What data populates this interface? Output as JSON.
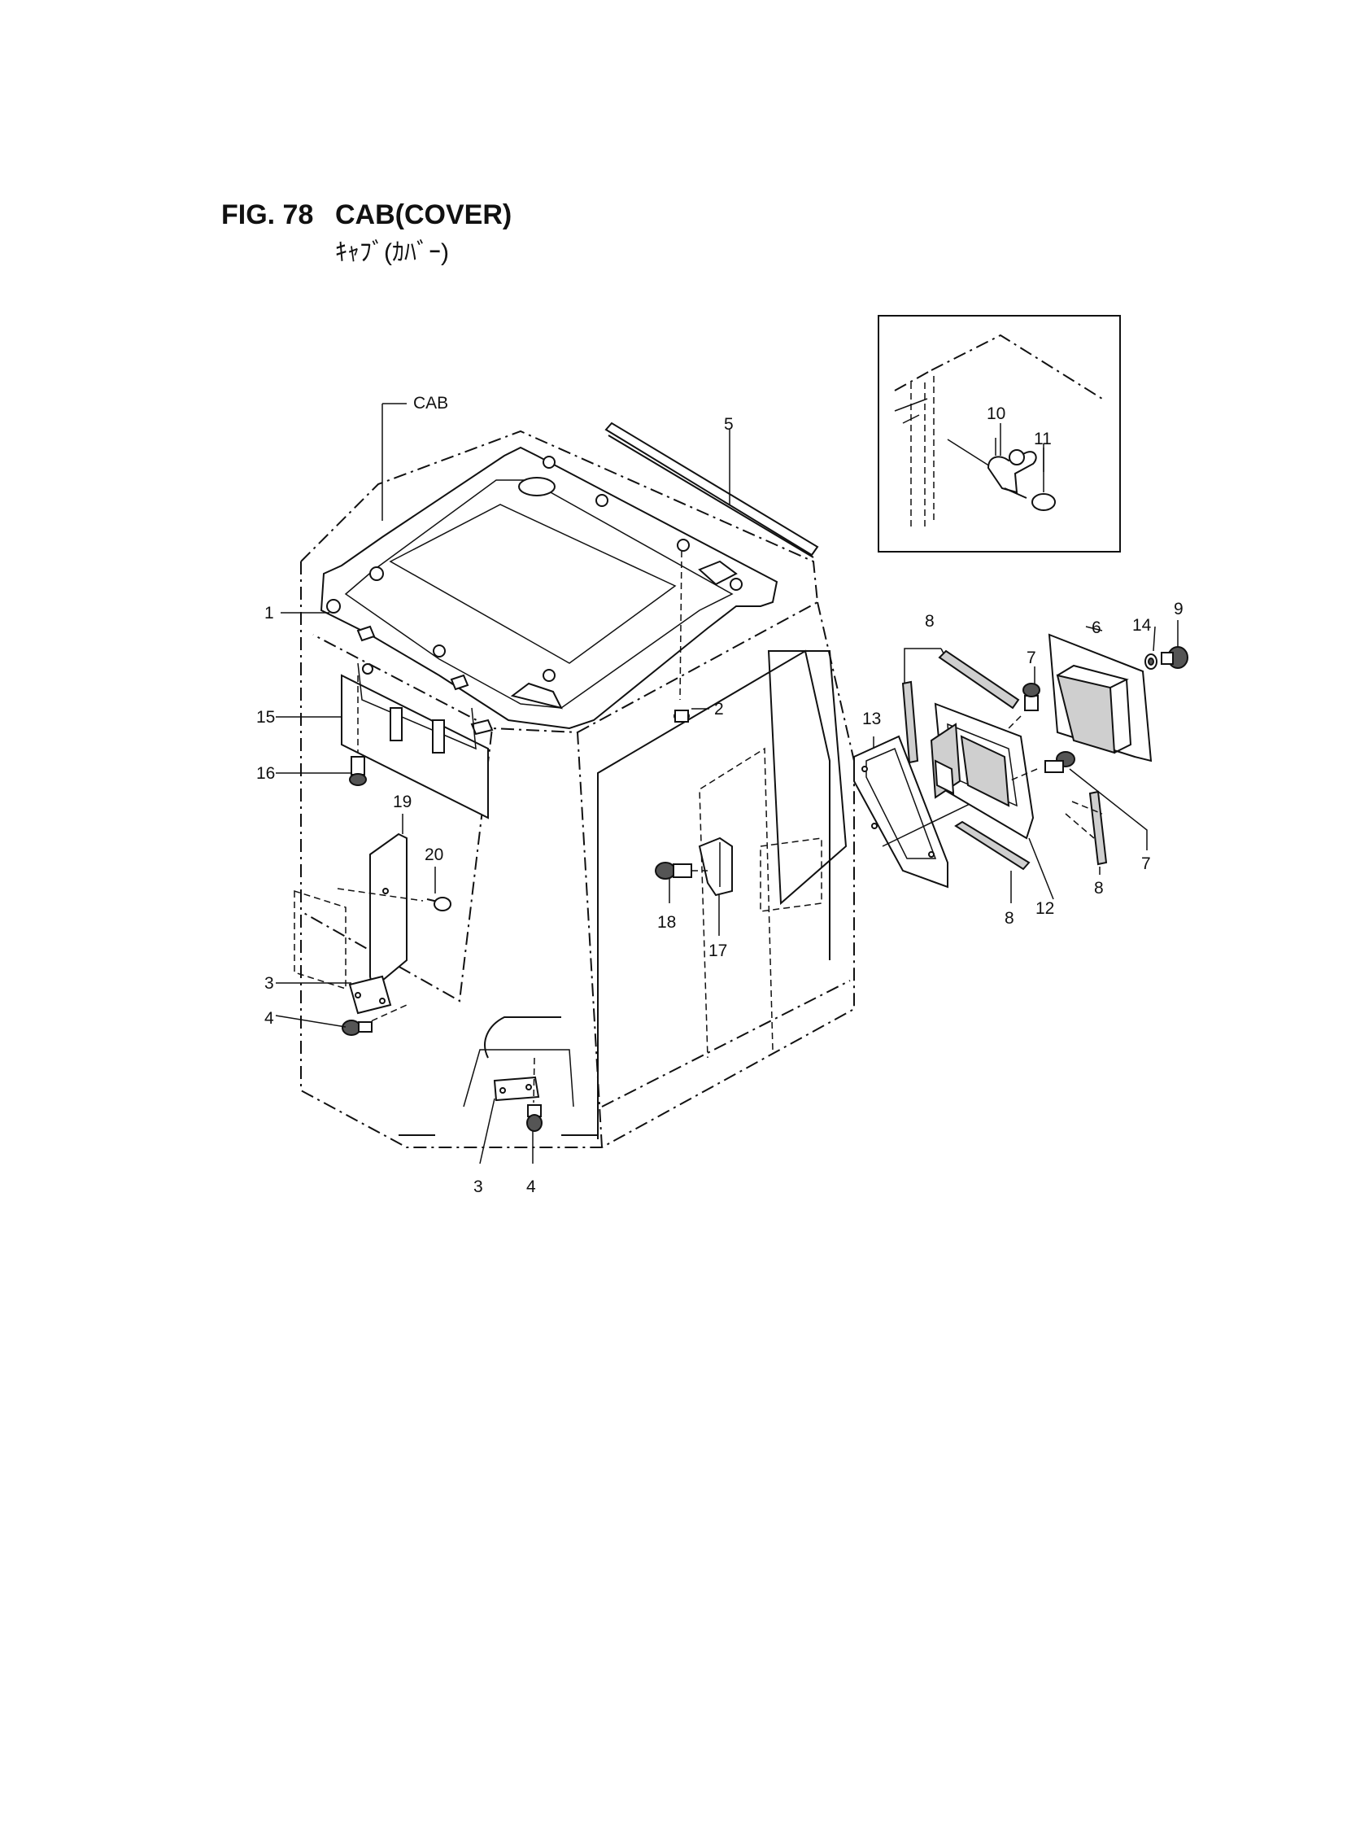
{
  "header": {
    "fig_number": "FIG. 78",
    "title": "CAB(COVER)",
    "subtitle_jp": "ｷｬﾌﾞ(ｶﾊﾞｰ)"
  },
  "diagram": {
    "assembly_label": "CAB",
    "callouts": {
      "c1": "1",
      "c2": "2",
      "c3a": "3",
      "c3b": "3",
      "c4a": "4",
      "c4b": "4",
      "c5": "5",
      "c6": "6",
      "c7a": "7",
      "c7b": "7",
      "c8a": "8",
      "c8b": "8",
      "c8c": "8",
      "c9": "9",
      "c10": "10",
      "c11": "11",
      "c12": "12",
      "c13": "13",
      "c14": "14",
      "c15": "15",
      "c16": "16",
      "c17": "17",
      "c18": "18",
      "c19": "19",
      "c20": "20"
    }
  }
}
